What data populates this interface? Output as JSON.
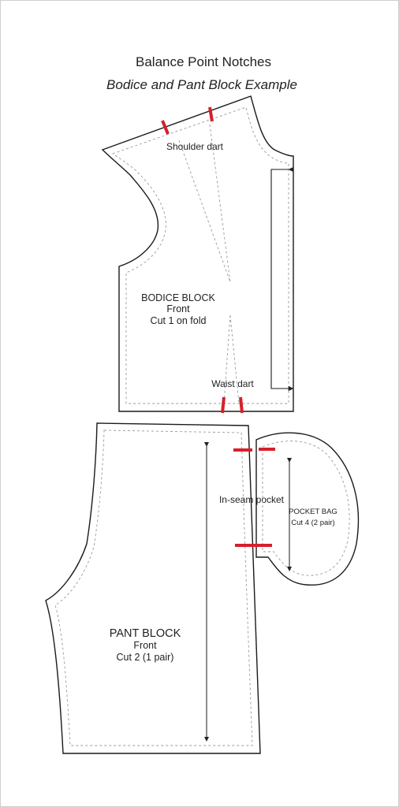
{
  "title": "Balance Point Notches",
  "subtitle": "Bodice and Pant Block Example",
  "bodice": {
    "name": "BODICE BLOCK",
    "view": "Front",
    "cut": "Cut 1 on fold",
    "shoulder_dart": "Shoulder dart",
    "waist_dart": "Waist dart"
  },
  "pant": {
    "name": "PANT BLOCK",
    "view": "Front",
    "cut": "Cut 2 (1 pair)",
    "pocket_label": "In-seam pocket"
  },
  "pocket_bag": {
    "name": "POCKET BAG",
    "cut": "Cut 4 (2 pair)"
  },
  "colors": {
    "outline": "#1a1a1a",
    "seam": "#9a9a9a",
    "notch": "#d6202a"
  }
}
